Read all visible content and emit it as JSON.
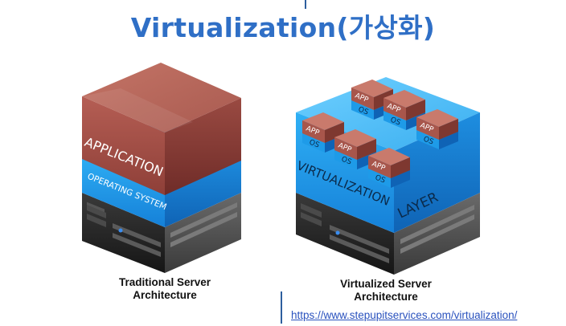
{
  "title": "Virtualization(가상화)",
  "traditional": {
    "application_label": "APPLICATION",
    "os_label": "OPERATING SYSTEM",
    "caption_line1": "Traditional Server",
    "caption_line2": "Architecture"
  },
  "virtualized": {
    "layer_label_1": "VIRTUALIZATION",
    "layer_label_2": "LAYER",
    "vm_app_label": "APP",
    "vm_os_label": "OS",
    "caption_line1": "Virtualized Server",
    "caption_line2": "Architecture"
  },
  "source_link": "https://www.stepupitservices.com/virtualization/",
  "colors": {
    "title": "#2f6fc6",
    "application_top": "#b86a60",
    "os_blue": "#1e9be8",
    "server_dark": "#2a2a2a",
    "link": "#2a52be"
  }
}
